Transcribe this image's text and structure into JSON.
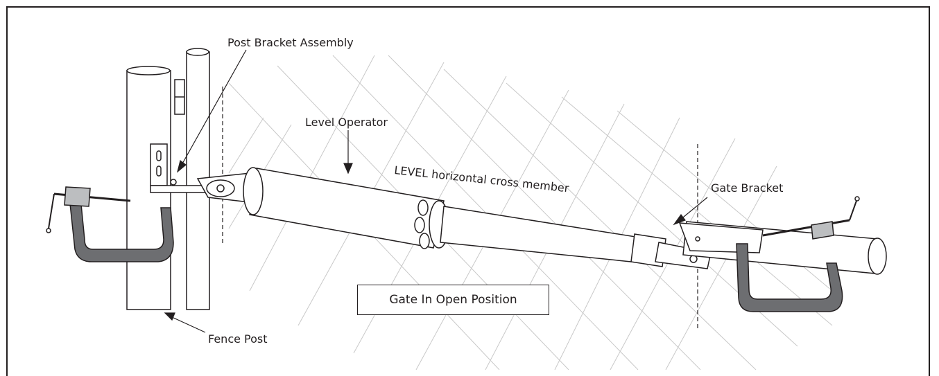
{
  "labels": {
    "post_bracket_assembly": "Post Bracket Assembly",
    "level_operator": "Level Operator",
    "level_cross_member": "LEVEL horizontal cross member",
    "gate_bracket": "Gate Bracket",
    "fence_post": "Fence Post",
    "gate_position": "Gate In Open Position"
  },
  "colors": {
    "line": "#231f20",
    "clamp_dark": "#6d6e71",
    "clamp_light": "#bcbec0",
    "mesh": "#c8c8c8"
  }
}
